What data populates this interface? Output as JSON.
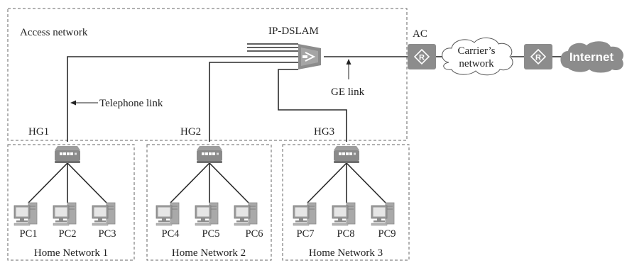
{
  "labels": {
    "access_network": "Access network",
    "ip_dslam": "IP-DSLAM",
    "ac": "AC",
    "carrier_network_line1": "Carrier’s",
    "carrier_network_line2": "network",
    "internet": "Internet",
    "telephone_link": "Telephone link",
    "ge_link": "GE link"
  },
  "home_gateways": [
    {
      "name": "HG1",
      "network": "Home Network 1",
      "pcs": [
        "PC1",
        "PC2",
        "PC3"
      ]
    },
    {
      "name": "HG2",
      "network": "Home Network 2",
      "pcs": [
        "PC4",
        "PC5",
        "PC6"
      ]
    },
    {
      "name": "HG3",
      "network": "Home Network 3",
      "pcs": [
        "PC7",
        "PC8",
        "PC9"
      ]
    }
  ],
  "colors": {
    "device": "#8c8c8c",
    "device_light": "#a9a9a9",
    "line": "#2b2b2b",
    "dashed_border": "#666666"
  },
  "icons": {
    "router": "router-icon",
    "dslam": "dslam-icon",
    "gateway": "home-gateway-icon",
    "pc": "pc-icon",
    "cloud": "cloud-icon"
  }
}
